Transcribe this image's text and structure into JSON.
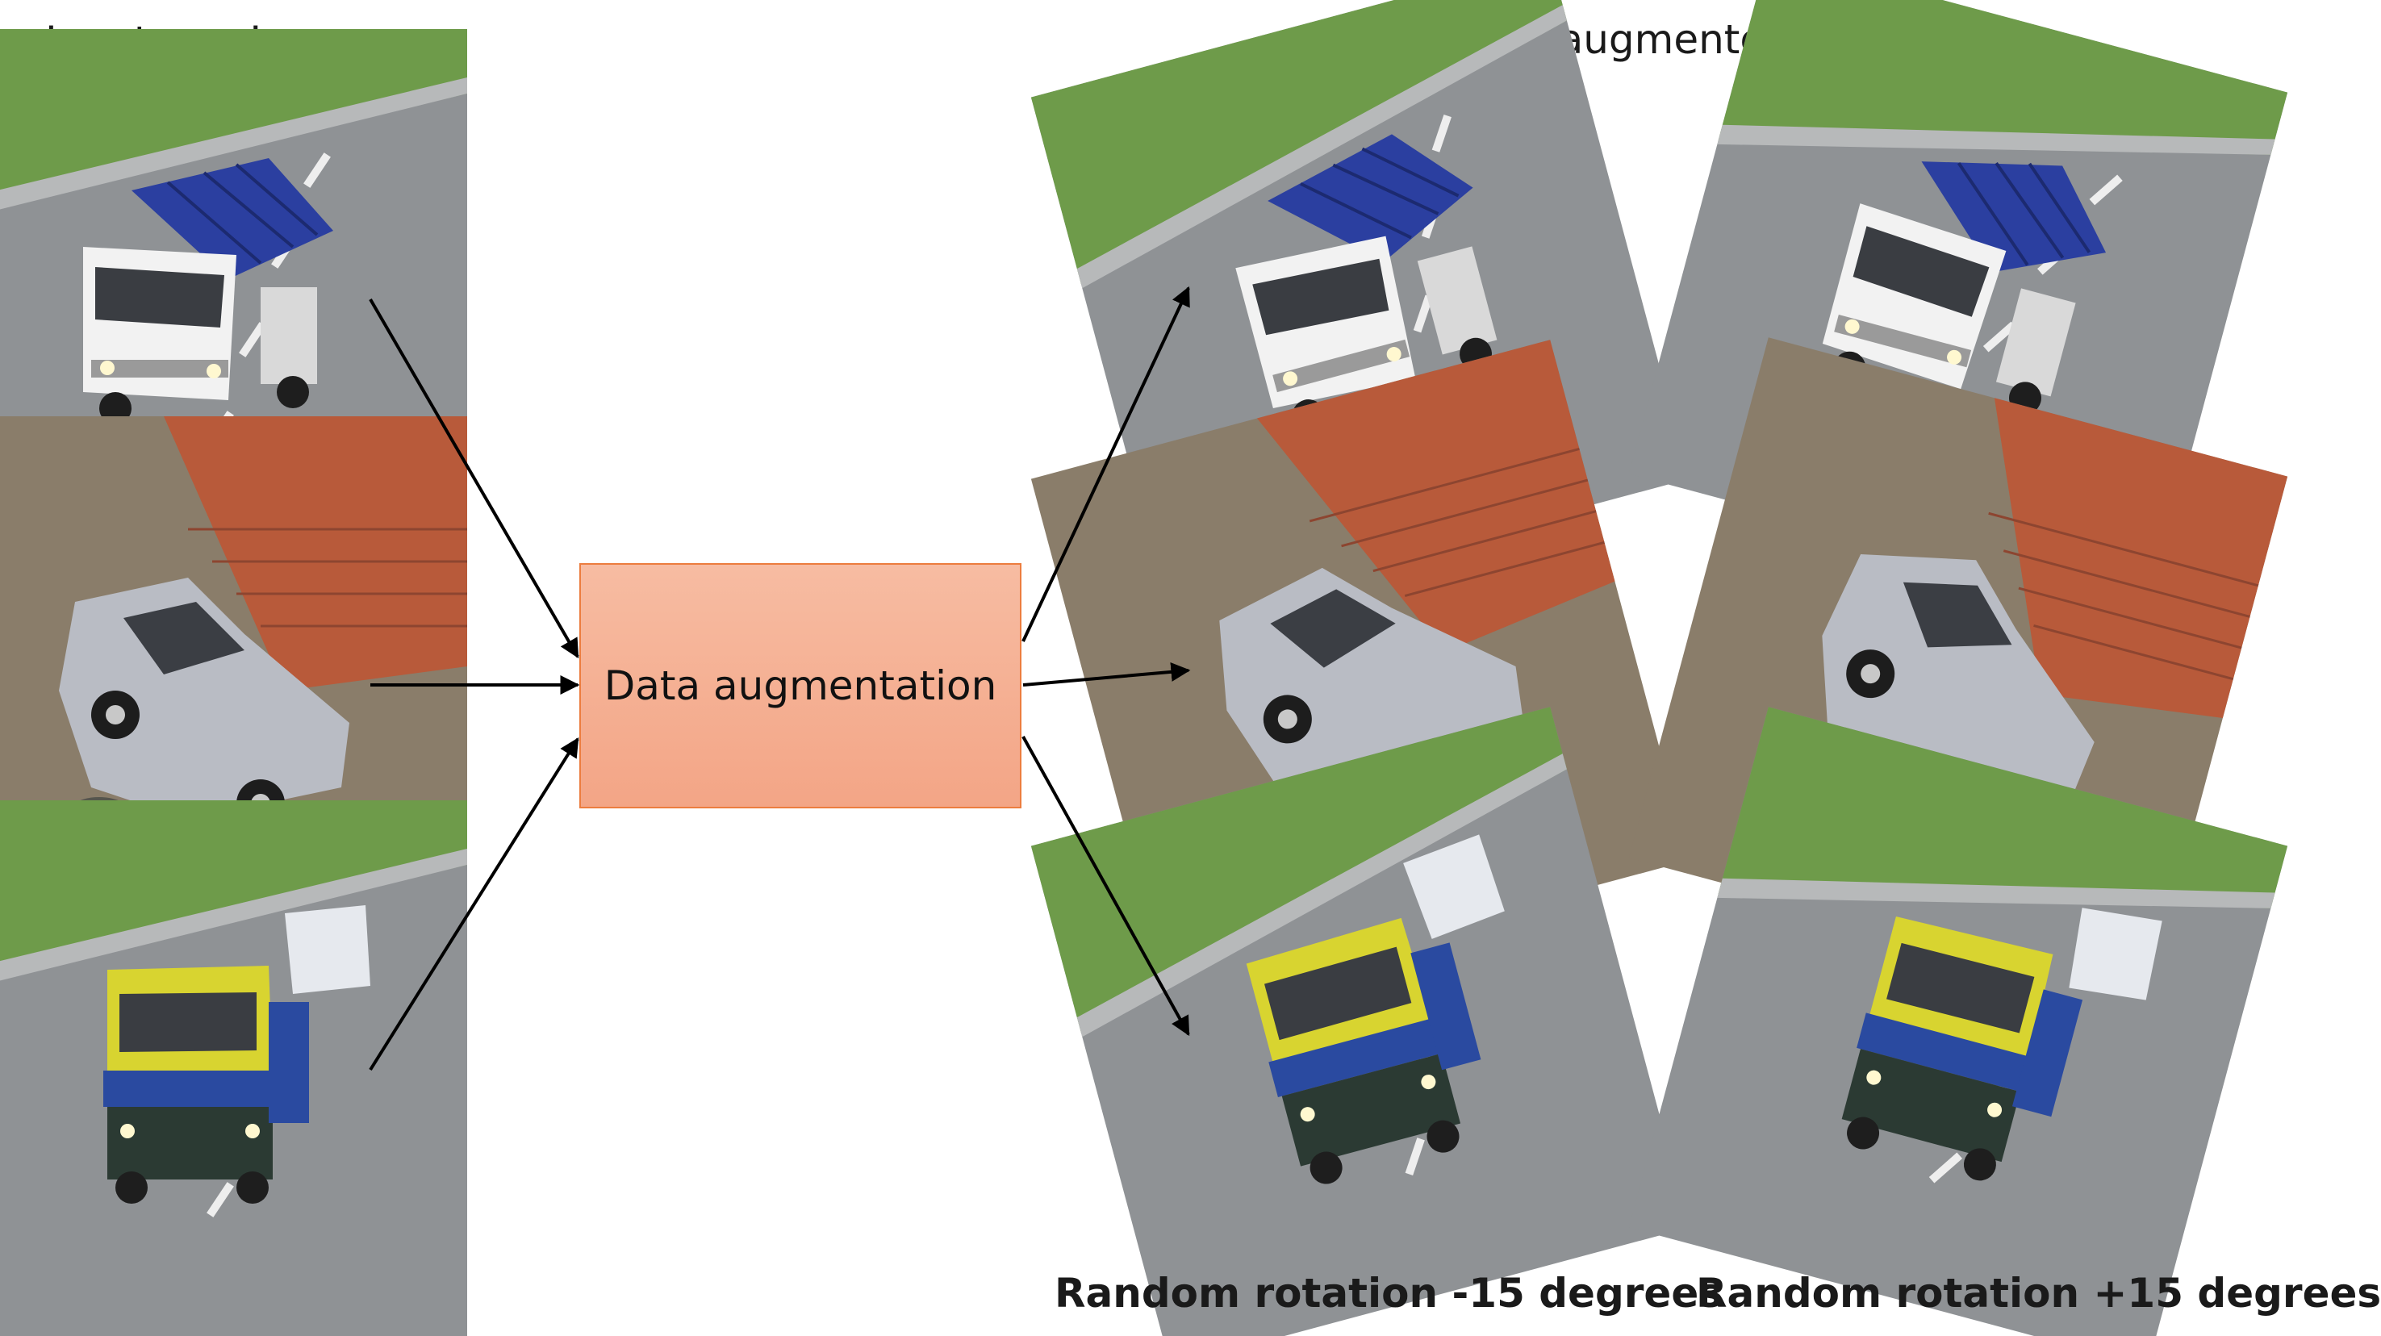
{
  "header": {
    "input_title": "Input raw Images",
    "output_title": "Output augmented  Images"
  },
  "center": {
    "label": "Data augmentation",
    "fill": "#f4ab8c",
    "border": "#ec7d3f"
  },
  "captions": {
    "neg": "Random rotation -15 degrees",
    "pos": "Random rotation +15 degrees"
  },
  "images": [
    {
      "subject": "blue-container-truck",
      "body_color": "#2b3fa0"
    },
    {
      "subject": "silver-sedan",
      "body_color": "#b9bcc4"
    },
    {
      "subject": "yellow-dump-truck",
      "body_color": "#d8d430"
    }
  ],
  "rotations": {
    "input": 0,
    "negative": -15,
    "positive": 15
  }
}
